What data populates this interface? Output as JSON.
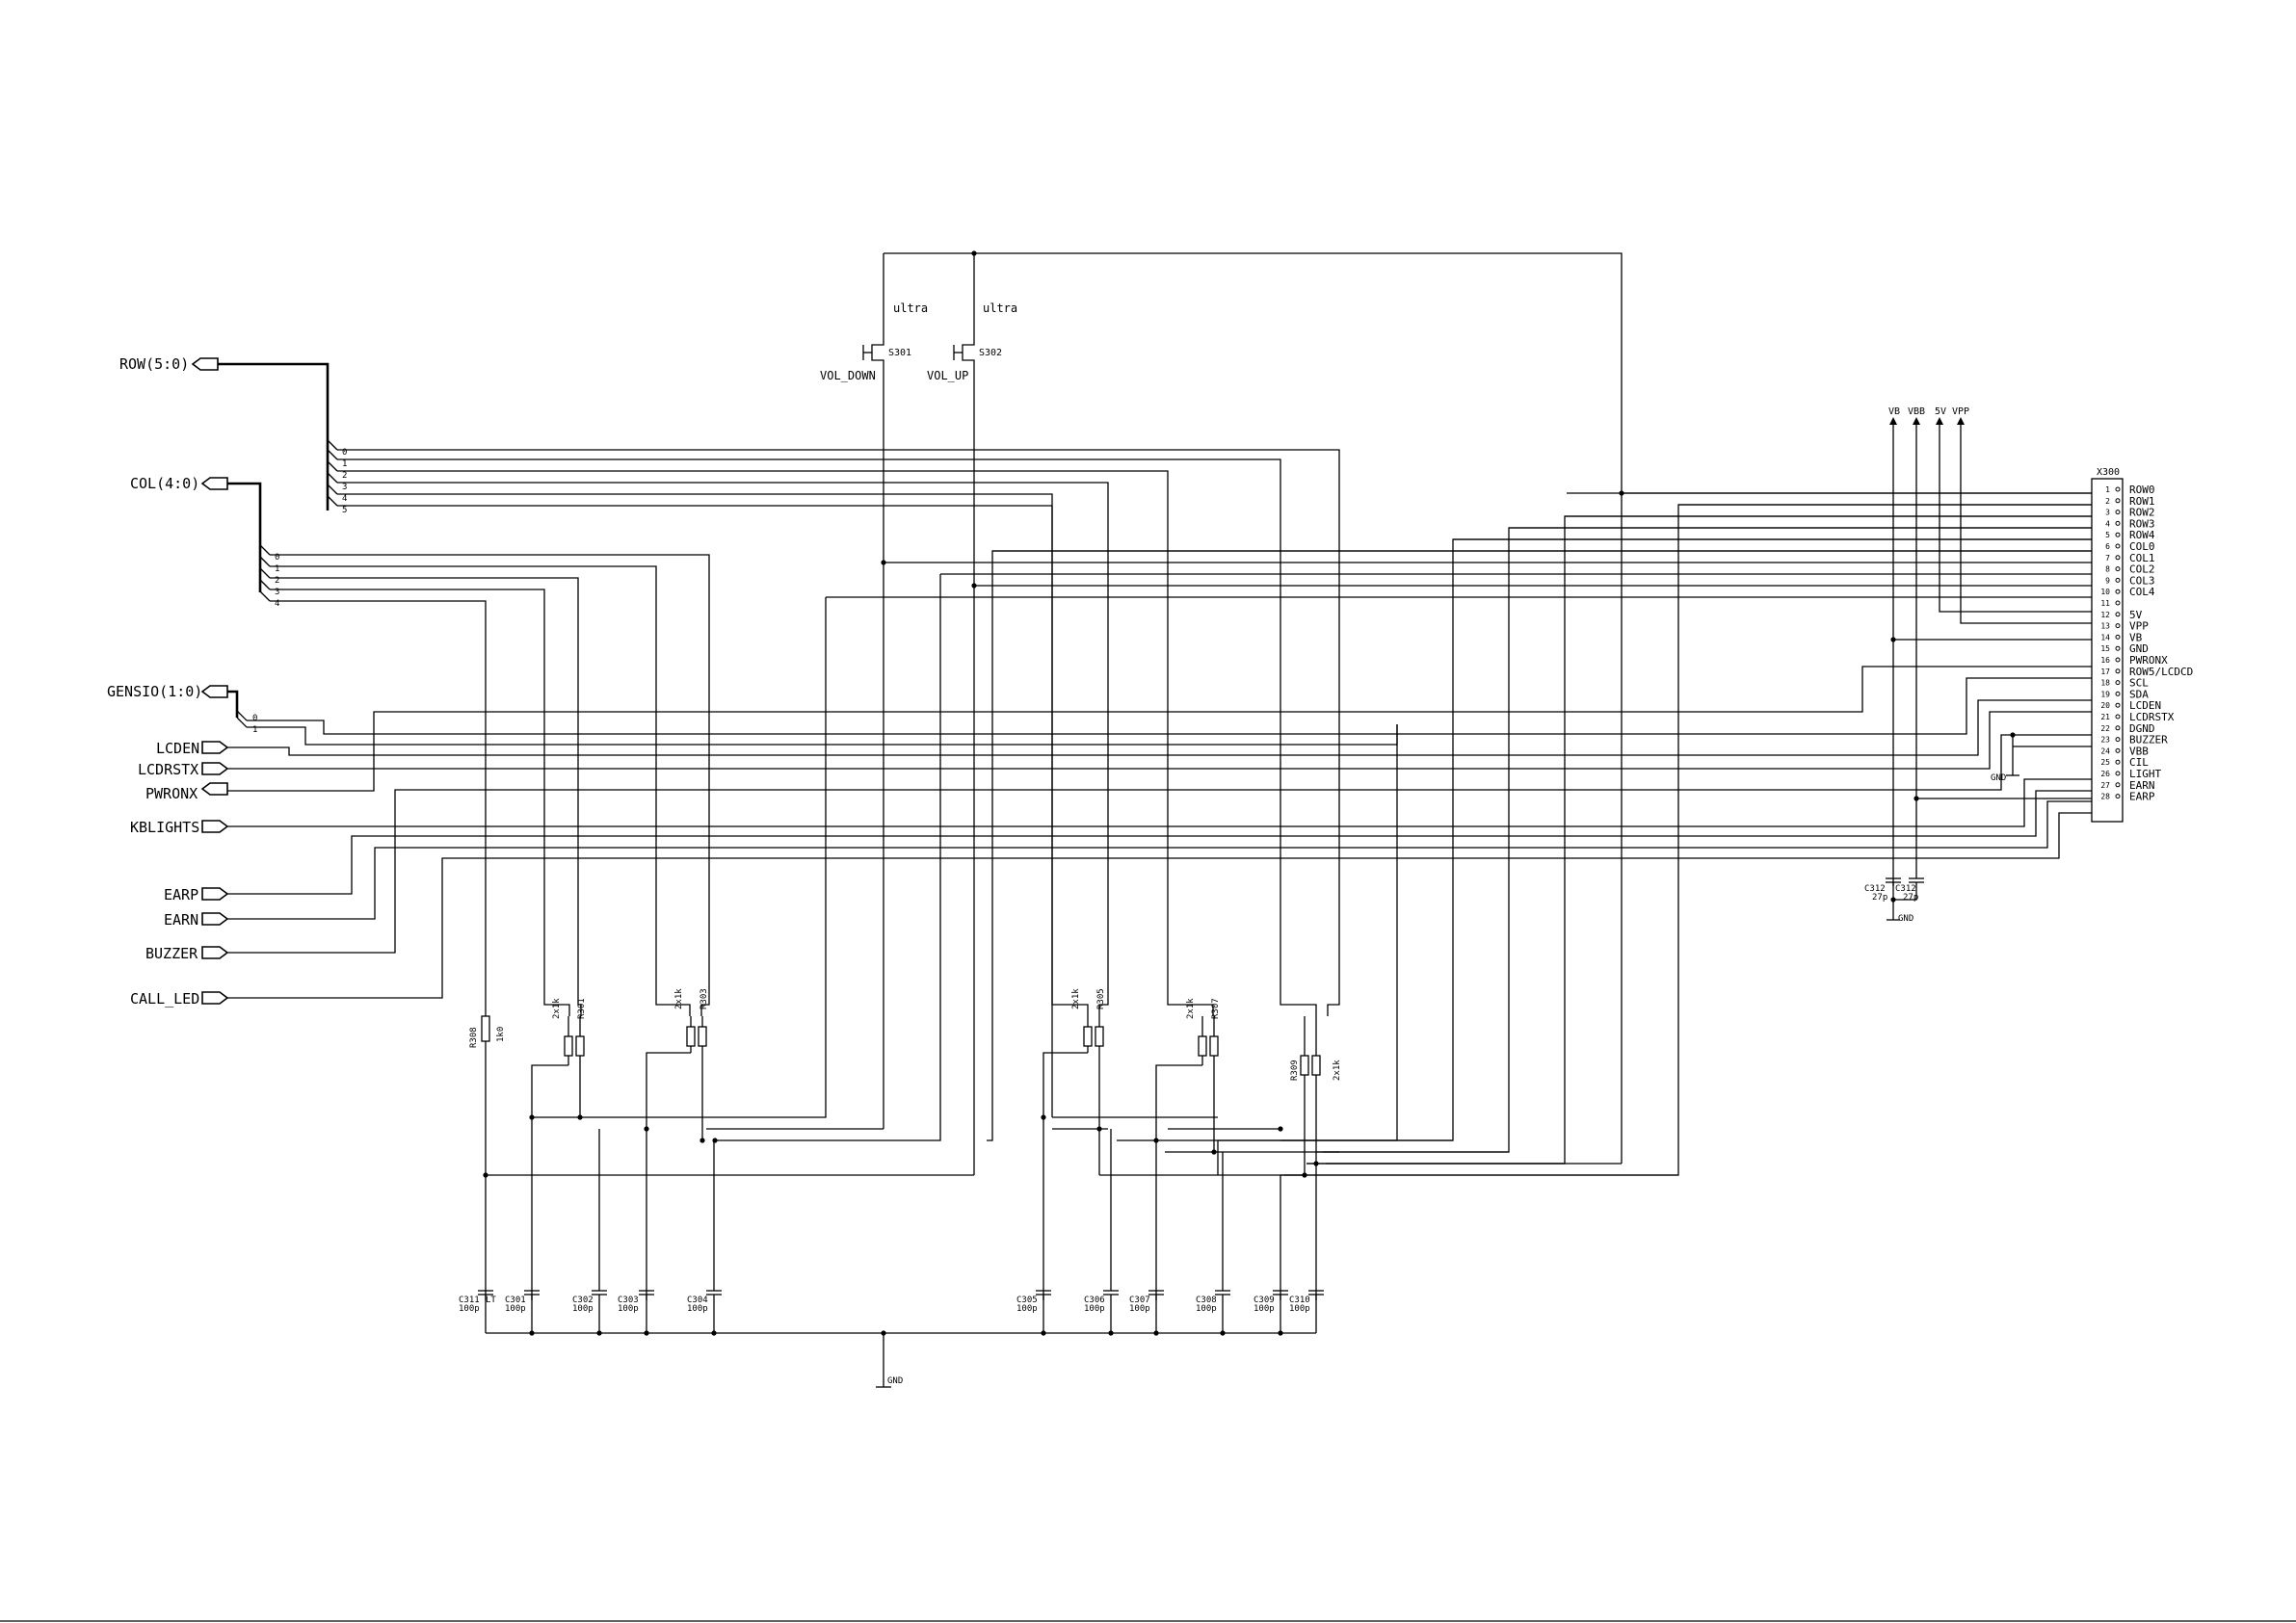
{
  "buses": [
    {
      "label": "ROW(5:0)",
      "taps": [
        "0",
        "1",
        "2",
        "3",
        "4",
        "5"
      ]
    },
    {
      "label": "COL(4:0)",
      "taps": [
        "0",
        "1",
        "2",
        "3",
        "4"
      ]
    },
    {
      "label": "GENSIO(1:0)",
      "taps": [
        "0",
        "1"
      ]
    }
  ],
  "ports": [
    "LCDEN",
    "LCDRSTX",
    "PWRONX",
    "KBLIGHTS",
    "EARP",
    "EARN",
    "BUZZER",
    "CALL_LED"
  ],
  "switches": [
    {
      "ref": "S301",
      "name": "VOL_DOWN",
      "type": "ultra"
    },
    {
      "ref": "S302",
      "name": "VOL_UP",
      "type": "ultra"
    }
  ],
  "resistors": [
    {
      "ref": "R308",
      "value": "1k0"
    },
    {
      "ref": "R301",
      "value": "2x1k"
    },
    {
      "ref": "R303",
      "value": "2x1k"
    },
    {
      "ref": "R305",
      "value": "2x1k"
    },
    {
      "ref": "R307",
      "value": "2x1k"
    },
    {
      "ref": "R309",
      "value": "2x1k"
    }
  ],
  "capacitors": [
    {
      "ref": "C311",
      "value": "100p",
      "note": "LT"
    },
    {
      "ref": "C301",
      "value": "100p"
    },
    {
      "ref": "C302",
      "value": "100p"
    },
    {
      "ref": "C303",
      "value": "100p"
    },
    {
      "ref": "C304",
      "value": "100p"
    },
    {
      "ref": "C305",
      "value": "100p"
    },
    {
      "ref": "C306",
      "value": "100p"
    },
    {
      "ref": "C307",
      "value": "100p"
    },
    {
      "ref": "C308",
      "value": "100p"
    },
    {
      "ref": "C309",
      "value": "100p"
    },
    {
      "ref": "C310",
      "value": "100p"
    },
    {
      "ref": "C312",
      "value": "27p"
    },
    {
      "ref": "C312",
      "value": "27p"
    }
  ],
  "supplies": [
    "VB",
    "VBB",
    "5V",
    "VPP"
  ],
  "gnd_label": "GND",
  "connector": {
    "ref": "X300",
    "pins": [
      {
        "num": "1",
        "name": "ROW0"
      },
      {
        "num": "2",
        "name": "ROW1"
      },
      {
        "num": "3",
        "name": "ROW2"
      },
      {
        "num": "4",
        "name": "ROW3"
      },
      {
        "num": "5",
        "name": "ROW4"
      },
      {
        "num": "6",
        "name": "COL0"
      },
      {
        "num": "7",
        "name": "COL1"
      },
      {
        "num": "8",
        "name": "COL2"
      },
      {
        "num": "9",
        "name": "COL3"
      },
      {
        "num": "10",
        "name": "COL4"
      },
      {
        "num": "11",
        "name": ""
      },
      {
        "num": "12",
        "name": "5V"
      },
      {
        "num": "13",
        "name": "VPP"
      },
      {
        "num": "14",
        "name": "VB"
      },
      {
        "num": "15",
        "name": "GND"
      },
      {
        "num": "16",
        "name": "PWRONX"
      },
      {
        "num": "17",
        "name": "ROW5/LCDCD"
      },
      {
        "num": "18",
        "name": "SCL"
      },
      {
        "num": "19",
        "name": "SDA"
      },
      {
        "num": "20",
        "name": "LCDEN"
      },
      {
        "num": "21",
        "name": "LCDRSTX"
      },
      {
        "num": "22",
        "name": "DGND"
      },
      {
        "num": "23",
        "name": "BUZZER"
      },
      {
        "num": "24",
        "name": "VBB"
      },
      {
        "num": "25",
        "name": "CIL"
      },
      {
        "num": "26",
        "name": "LIGHT"
      },
      {
        "num": "27",
        "name": "EARN"
      },
      {
        "num": "28",
        "name": "EARP"
      }
    ]
  }
}
